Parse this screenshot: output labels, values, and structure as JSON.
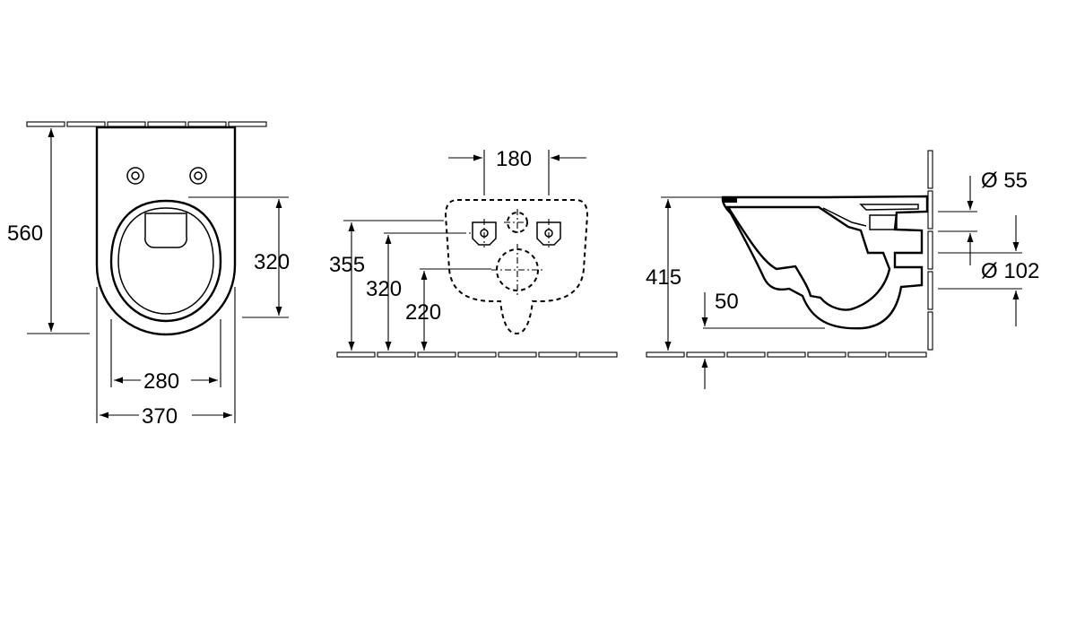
{
  "top_view": {
    "depth_label": "560",
    "bowl_opening_depth_label": "320",
    "inner_width_label": "280",
    "outer_width_label": "370"
  },
  "rear_view": {
    "bolt_spacing_label": "180",
    "top_height_label": "355",
    "bolt_height_label": "320",
    "outlet_height_label": "220"
  },
  "side_view": {
    "height_label": "415",
    "floor_gap_label": "50",
    "inlet_diameter_label": "Ø 55",
    "outlet_diameter_label": "Ø 102"
  }
}
